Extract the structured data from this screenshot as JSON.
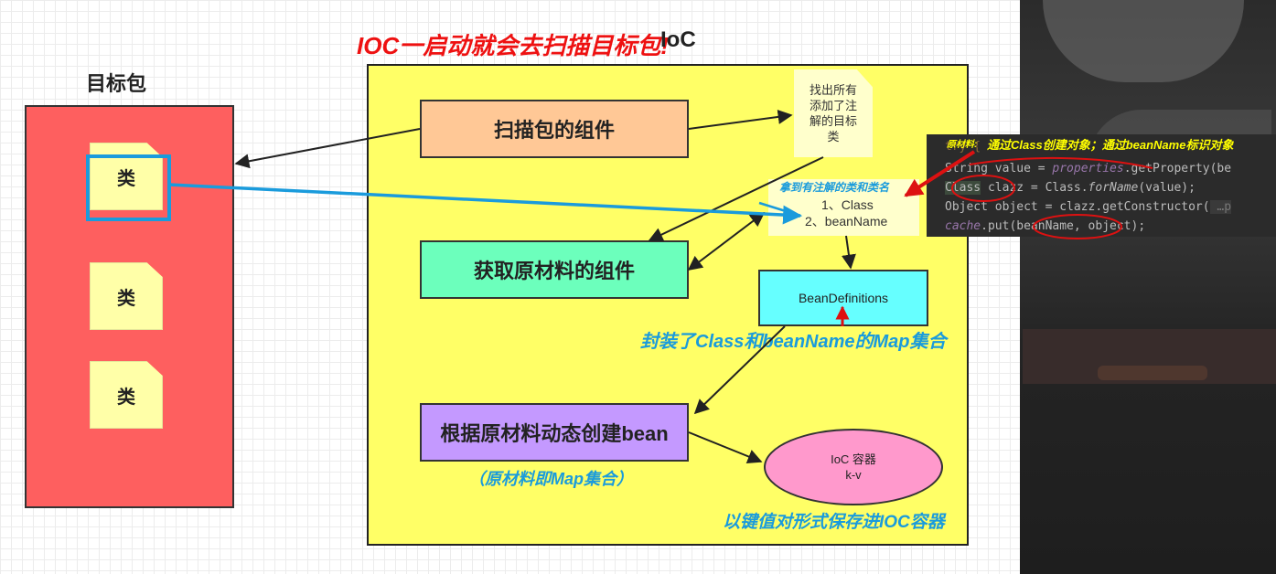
{
  "title": {
    "red_caption": "IOC一启动就会去扫描目标包!",
    "ioc": "IoC"
  },
  "package": {
    "label": "目标包",
    "classes": [
      "类",
      "类",
      "类"
    ]
  },
  "components": {
    "scan": "扫描包的组件",
    "get": "获取原材料的组件",
    "make": "根据原材料动态创建bean"
  },
  "note_find": [
    "找出所有",
    "添加了注",
    "解的目标",
    "类"
  ],
  "found": {
    "heading": "拿到有注解的类和类名",
    "line1": "1、Class",
    "line2": "2、beanName"
  },
  "bean_definitions": "BeanDefinitions",
  "ioc_container": {
    "line1": "IoC 容器",
    "line2": "k-v"
  },
  "captions": {
    "map": "封装了Class和beanName的Map集合",
    "raw": "（原材料即Map集合）",
    "save": "以键值对形式保存进IOC容器"
  },
  "code": {
    "small_label": "原材料:",
    "title": "通过Class创建对象；通过beanName标识对象",
    "line0": "try {",
    "line1_a": "String value = ",
    "line1_b": "properties",
    "line1_c": ".getProperty(be",
    "line2_a": "Class",
    "line2_b": " clazz = Class.",
    "line2_c": "forName",
    "line2_d": "(value);",
    "line3_a": "Object object = clazz.getConstructor(",
    "line3_b": " …p",
    "line4_a": "cache",
    "line4_b": ".put(beanName, object);"
  },
  "colors": {
    "red_box": "#fe5f5f",
    "yellow_box": "#ffff66",
    "note": "#ffffa8",
    "scan": "#ffc896",
    "get": "#6cffbc",
    "make": "#c499ff",
    "bean": "#66ffff",
    "ioc": "#ff99cc",
    "blue": "#1a9bdc",
    "red": "#ee1111"
  }
}
